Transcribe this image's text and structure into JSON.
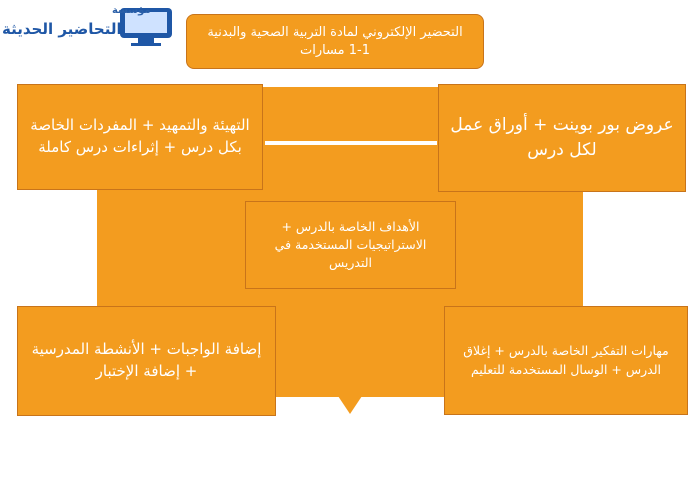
{
  "logo": {
    "small_text": "مؤسسة",
    "main_text": "التحاضير الحديثة",
    "colors": {
      "text": "#1f57a6"
    }
  },
  "title": {
    "line1": "التحضير الإلكتروني لمادة التربية الصحية والبدنية",
    "line2": "1-1 مسارات"
  },
  "boxes": {
    "top_left": "التهيئة والتمهيد + المفردات الخاصة بكل درس + إثراءات درس كاملة",
    "top_right": "عروض بور بوينت + أوراق عمل لكل درس",
    "middle": "الأهداف الخاصة بالدرس + الاستراتيجيات المستخدمة في التدريس",
    "bottom_left": "إضافة الواجبات + الأنشطة المدرسية + إضافة الإختبار",
    "bottom_right": "مهارات التفكير الخاصة بالدرس + إغلاق الدرس + الوسال المستخدمة للتعليم"
  },
  "colors": {
    "box_fill": "#f39c1f",
    "box_border": "#c8741a",
    "text": "#ffffff"
  }
}
